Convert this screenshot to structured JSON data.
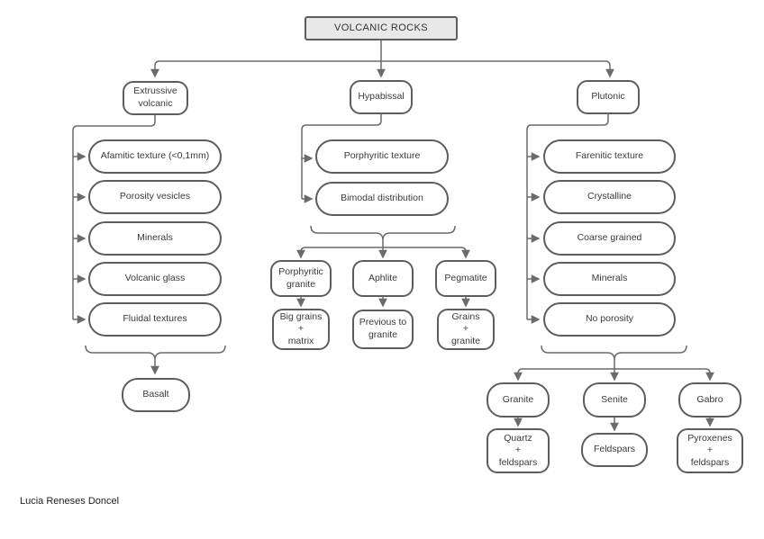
{
  "root": {
    "label": "VOLCANIC ROCKS"
  },
  "author": "Lucia Reneses Doncel",
  "colors": {
    "line": "#6b6b6b",
    "node_border": "#5d5d5d",
    "root_fill": "#e8e8e8",
    "text": "#3a3a3a"
  },
  "branches": {
    "extrusive": {
      "label": "Extrussive\nvolcanic",
      "features": [
        "Afamitic texture (<0,1mm)",
        "Porosity vesicles",
        "Minerals",
        "Volcanic glass",
        "Fluidal textures"
      ],
      "result": "Basalt"
    },
    "hypabyssal": {
      "label": "Hypabissal",
      "features": [
        "Porphyritic texture",
        "Bimodal distribution"
      ],
      "rocks": [
        {
          "name": "Porphyritic\ngranite",
          "composition": "Big grains\n+\nmatrix"
        },
        {
          "name": "Aphlite",
          "composition": "Previous to\ngranite"
        },
        {
          "name": "Pegmatite",
          "composition": "Grains\n+\ngranite"
        }
      ]
    },
    "plutonic": {
      "label": "Plutonic",
      "features": [
        "Farenitic texture",
        "Crystalline",
        "Coarse grained",
        "Minerals",
        "No porosity"
      ],
      "rocks": [
        {
          "name": "Granite",
          "composition": "Quartz\n+\nfeldspars"
        },
        {
          "name": "Senite",
          "composition": "Feldspars"
        },
        {
          "name": "Gabro",
          "composition": "Pyroxenes\n+\nfeldspars"
        }
      ]
    }
  }
}
